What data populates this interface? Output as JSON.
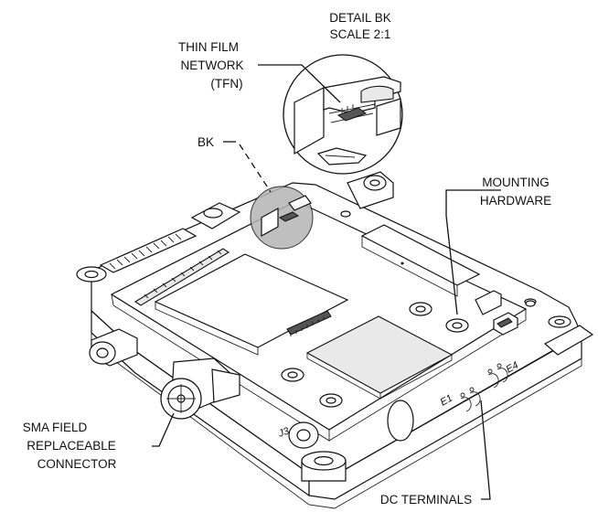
{
  "labels": {
    "detail_title": "DETAIL BK",
    "detail_scale": "SCALE 2:1",
    "tfn_line1": "THIN FILM",
    "tfn_line2": "NETWORK",
    "tfn_line3": "(TFN)",
    "bk": "BK",
    "mounting_line1": "MOUNTING",
    "mounting_line2": "HARDWARE",
    "sma_line1": "SMA FIELD",
    "sma_line2": "REPLACEABLE",
    "sma_line3": "CONNECTOR",
    "dc_terminals": "DC TERMINALS",
    "e1": "E1",
    "e4": "E4",
    "j3": "J3"
  },
  "colors": {
    "line": "#111111",
    "highlight": "#b5b5b5",
    "panel": "#e9e9e9"
  }
}
